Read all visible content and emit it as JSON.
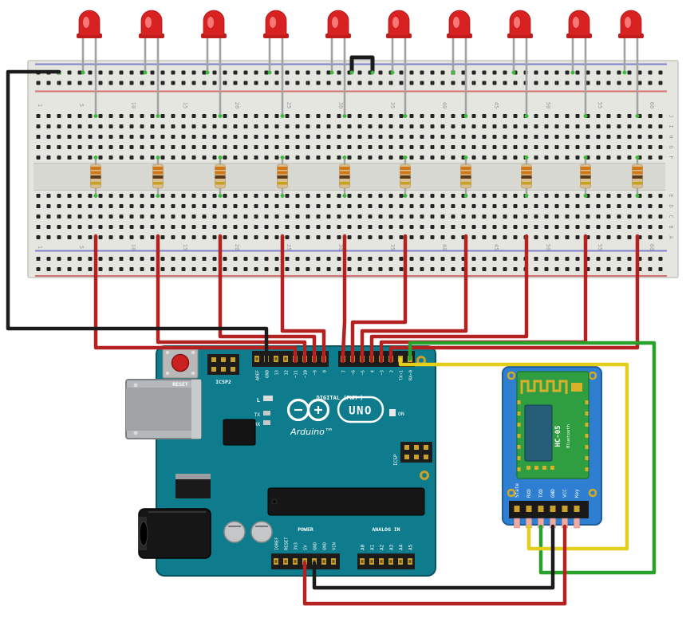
{
  "breadboard": {
    "column_labels": [
      "1",
      "5",
      "10",
      "15",
      "20",
      "25",
      "30",
      "35",
      "40",
      "45",
      "50",
      "55",
      "60"
    ],
    "row_labels_upper": [
      "J",
      "I",
      "H",
      "G",
      "F"
    ],
    "row_labels_lower": [
      "E",
      "D",
      "C",
      "B",
      "A"
    ]
  },
  "arduino": {
    "reset_label": "RESET",
    "icsp2_label": "ICSP2",
    "icsp_label": "ICSP",
    "digital_group_label": "DIGITAL (PWM~)",
    "digital_pins_left": [
      "AREF",
      "GND",
      "13",
      "12",
      "~11",
      "~10",
      "~9",
      "8"
    ],
    "digital_pins_right": [
      "7",
      "~6",
      "~5",
      "4",
      "~3",
      "2",
      "TX→1",
      "RX←0"
    ],
    "led_l": "L",
    "led_tx": "TX",
    "led_rx": "RX",
    "led_on": "ON",
    "logo_text": "UNO",
    "brand": "Arduino™",
    "power_group_label": "POWER",
    "analog_group_label": "ANALOG IN",
    "power_pins": [
      "IOREF",
      "RESET",
      "3V3",
      "5V",
      "GND",
      "GND",
      "VIN"
    ],
    "analog_pins": [
      "A0",
      "A1",
      "A2",
      "A3",
      "A4",
      "A5"
    ]
  },
  "bluetooth": {
    "model": "HC-05",
    "label": "Bluetooth",
    "pins": [
      "State",
      "RXD",
      "TXD",
      "GND",
      "VCC",
      "Key"
    ]
  },
  "colors": {
    "wire_red": "#b42121",
    "wire_black": "#1b1b1b",
    "wire_yellow": "#e3ce1c",
    "wire_green": "#2aa12a",
    "arduino_teal": "#0e7c8c",
    "bluetooth_blue": "#2e7fd1",
    "module_green": "#2f9e41",
    "led_red": "#d82222",
    "breadboard_body": "#e6e6e1",
    "resistor_tan": "#d9bf8f",
    "pin_gold": "#c9a02a"
  }
}
